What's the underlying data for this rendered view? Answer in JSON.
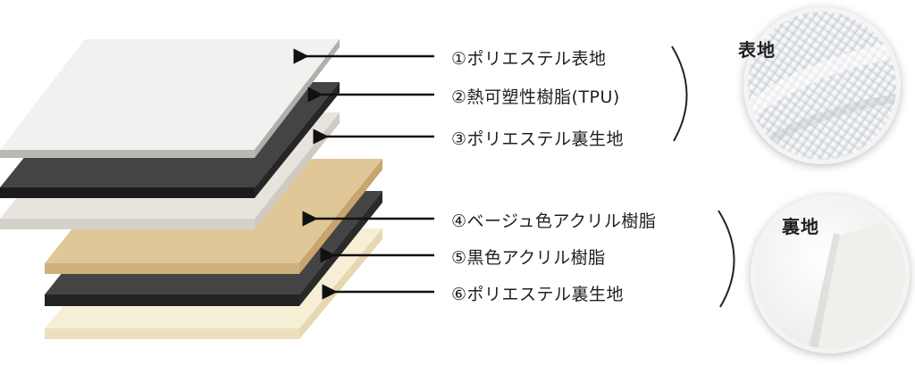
{
  "layers": [
    {
      "id": "1",
      "label": "①ポリエステル表地",
      "color": "#f2f1ef"
    },
    {
      "id": "2",
      "label": "②熱可塑性樹脂(TPU)",
      "color": "#444444"
    },
    {
      "id": "3",
      "label": "③ポリエステル裏生地",
      "color": "#e7e4de"
    },
    {
      "id": "4",
      "label": "④ベージュ色アクリル樹脂",
      "color": "#e0c797"
    },
    {
      "id": "5",
      "label": "⑤黒色アクリル樹脂",
      "color": "#444444"
    },
    {
      "id": "6",
      "label": "⑥ポリエステル裏生地",
      "color": "#f7eed6"
    }
  ],
  "samples": {
    "front_label": "表地",
    "back_label": "裏地"
  }
}
